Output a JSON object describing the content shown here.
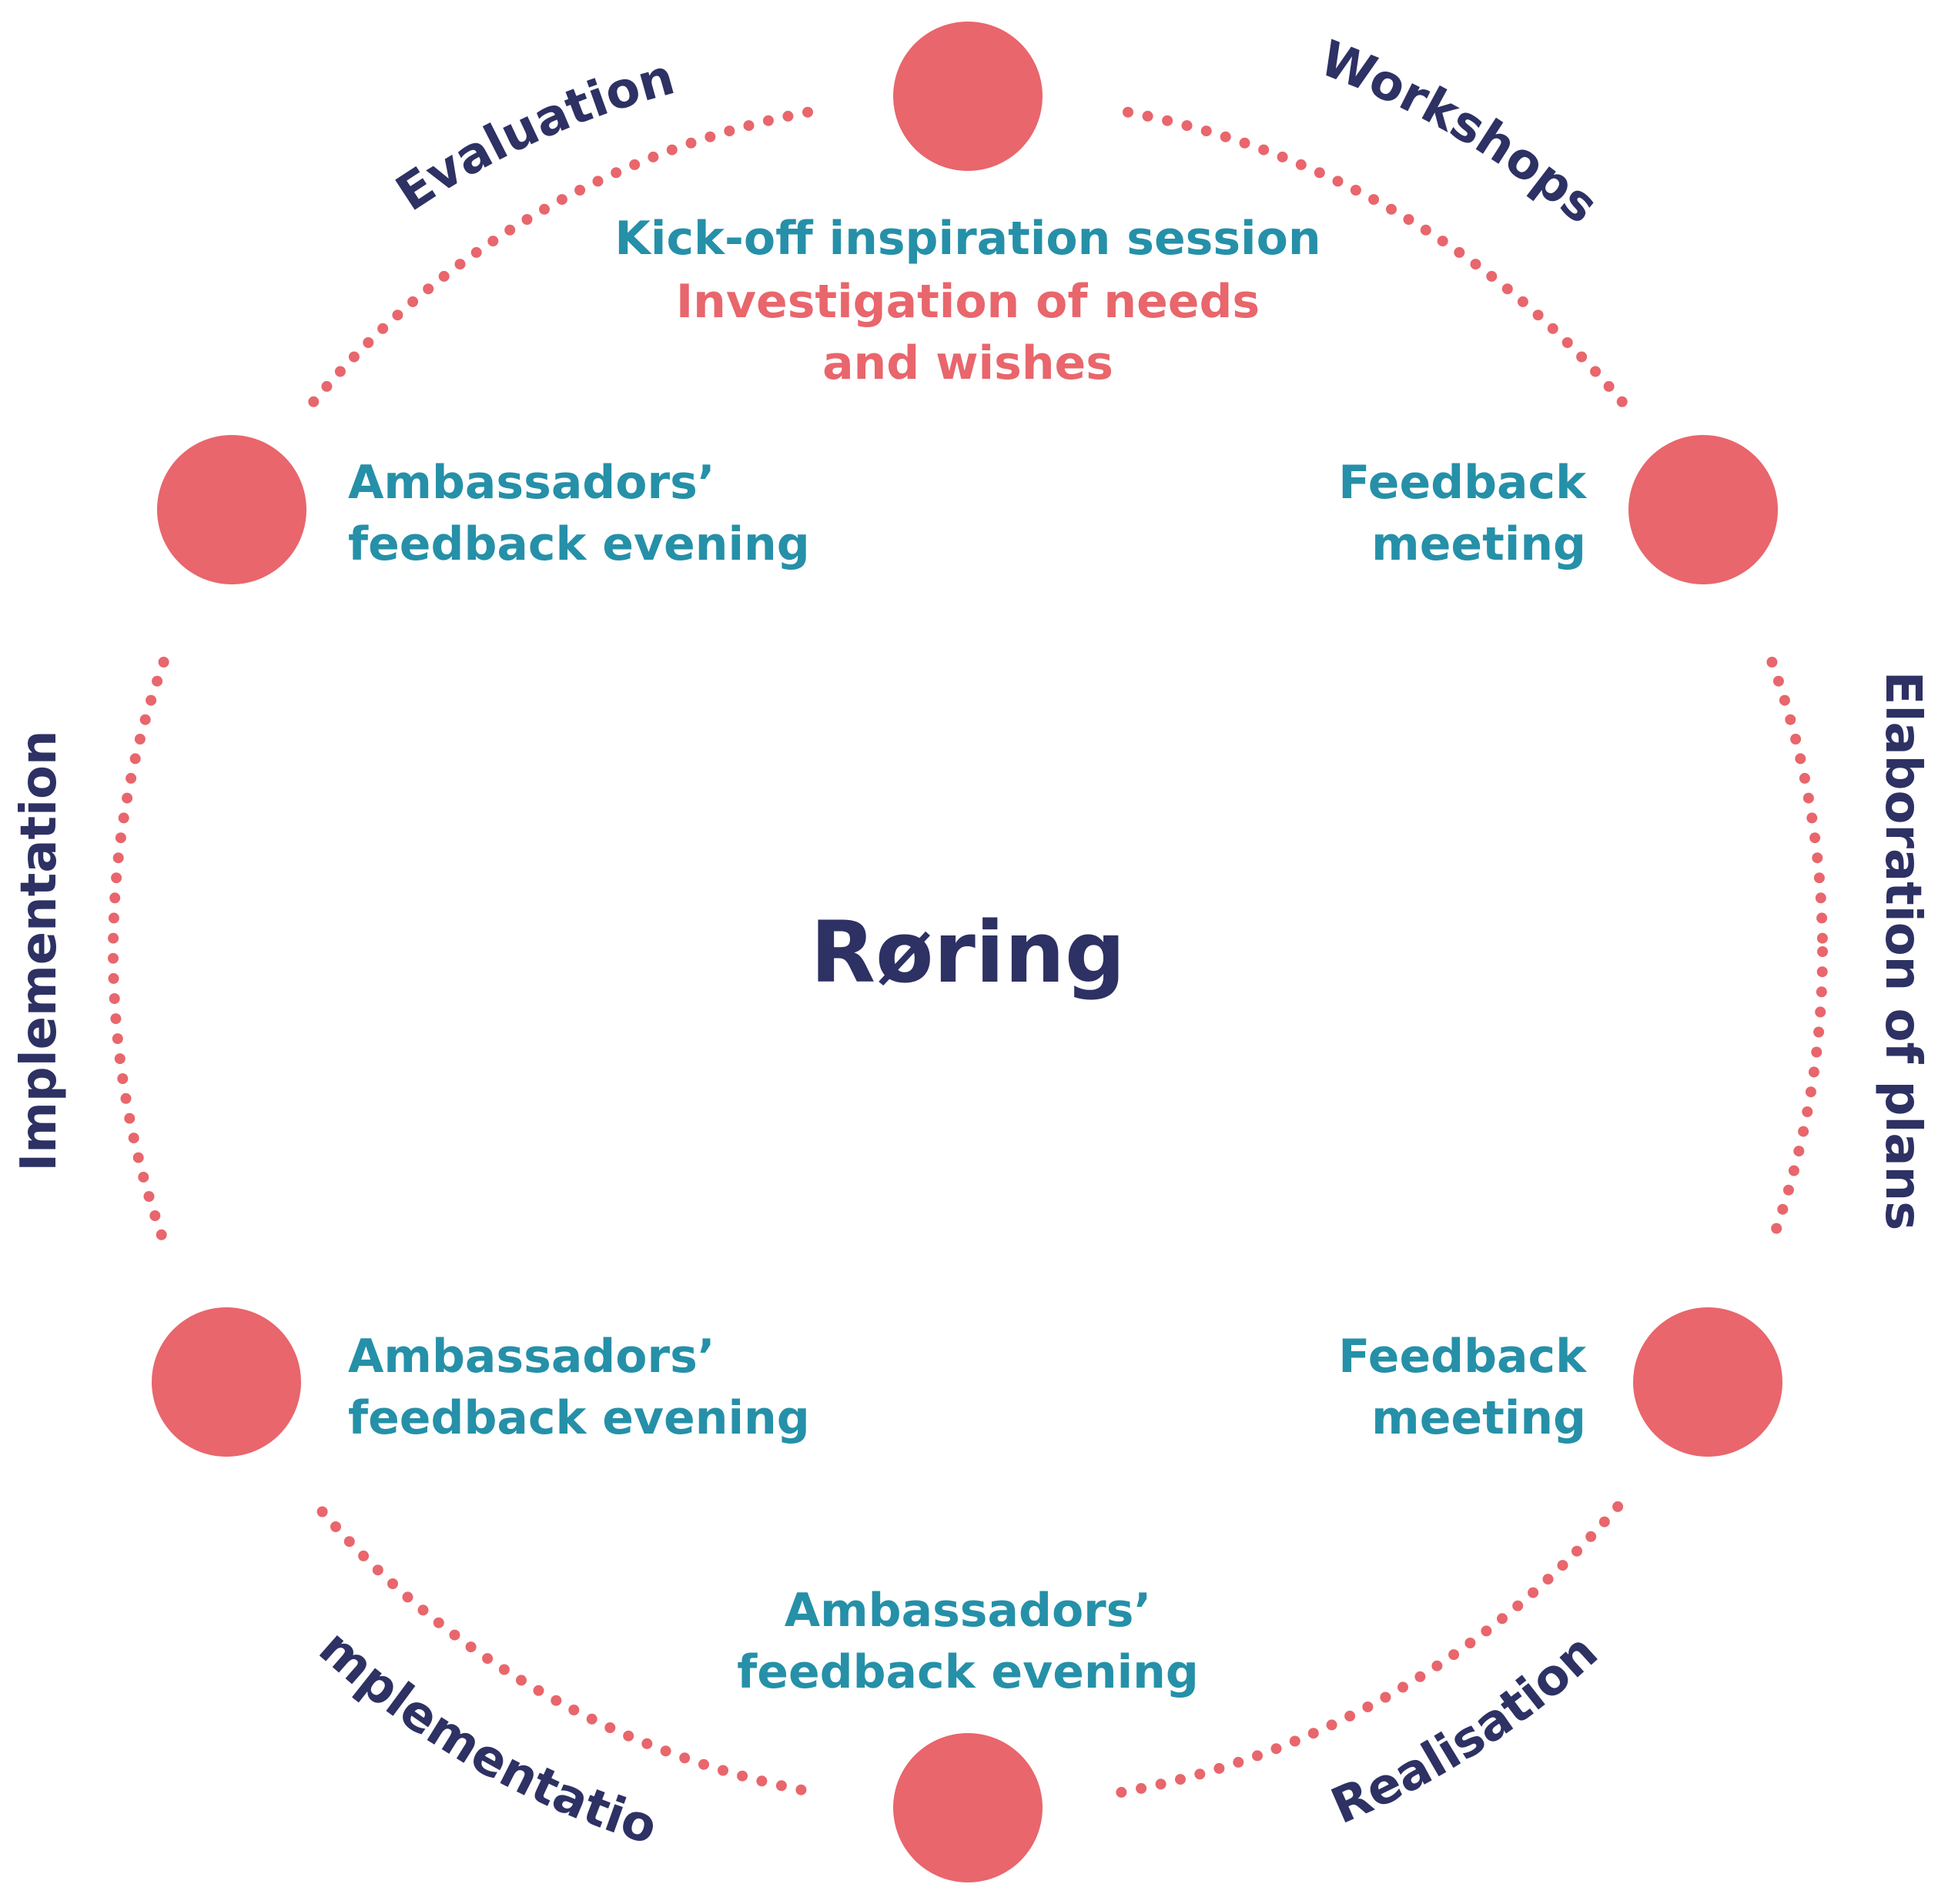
{
  "title": "Røring",
  "phases": {
    "evaluation": "Evaluation",
    "workshops": "Workshops",
    "elaboration": "Elaboration of plans",
    "realisation": "Realisation",
    "implementation_bottom": "Implementation",
    "implementation_left": "Implementation"
  },
  "events": {
    "top": {
      "line1": "Kick-off inspiration session",
      "line2": "Investigation of needs",
      "line3": "and wishes"
    },
    "top_right": {
      "line1": "Feedback",
      "line2": "meeting"
    },
    "bottom_right": {
      "line1": "Feedback",
      "line2": "meeting"
    },
    "bottom": {
      "line1": "Ambassadors’",
      "line2": "feedback evening"
    },
    "bottom_left": {
      "line1": "Ambassadors’",
      "line2": "feedback evening"
    },
    "top_left": {
      "line1": "Ambassadors’",
      "line2": "feedback evening"
    }
  },
  "colors": {
    "node": "#e8666c",
    "phase_text": "#2d3163",
    "event_text": "#2590a8",
    "accent_text": "#e8666c"
  }
}
